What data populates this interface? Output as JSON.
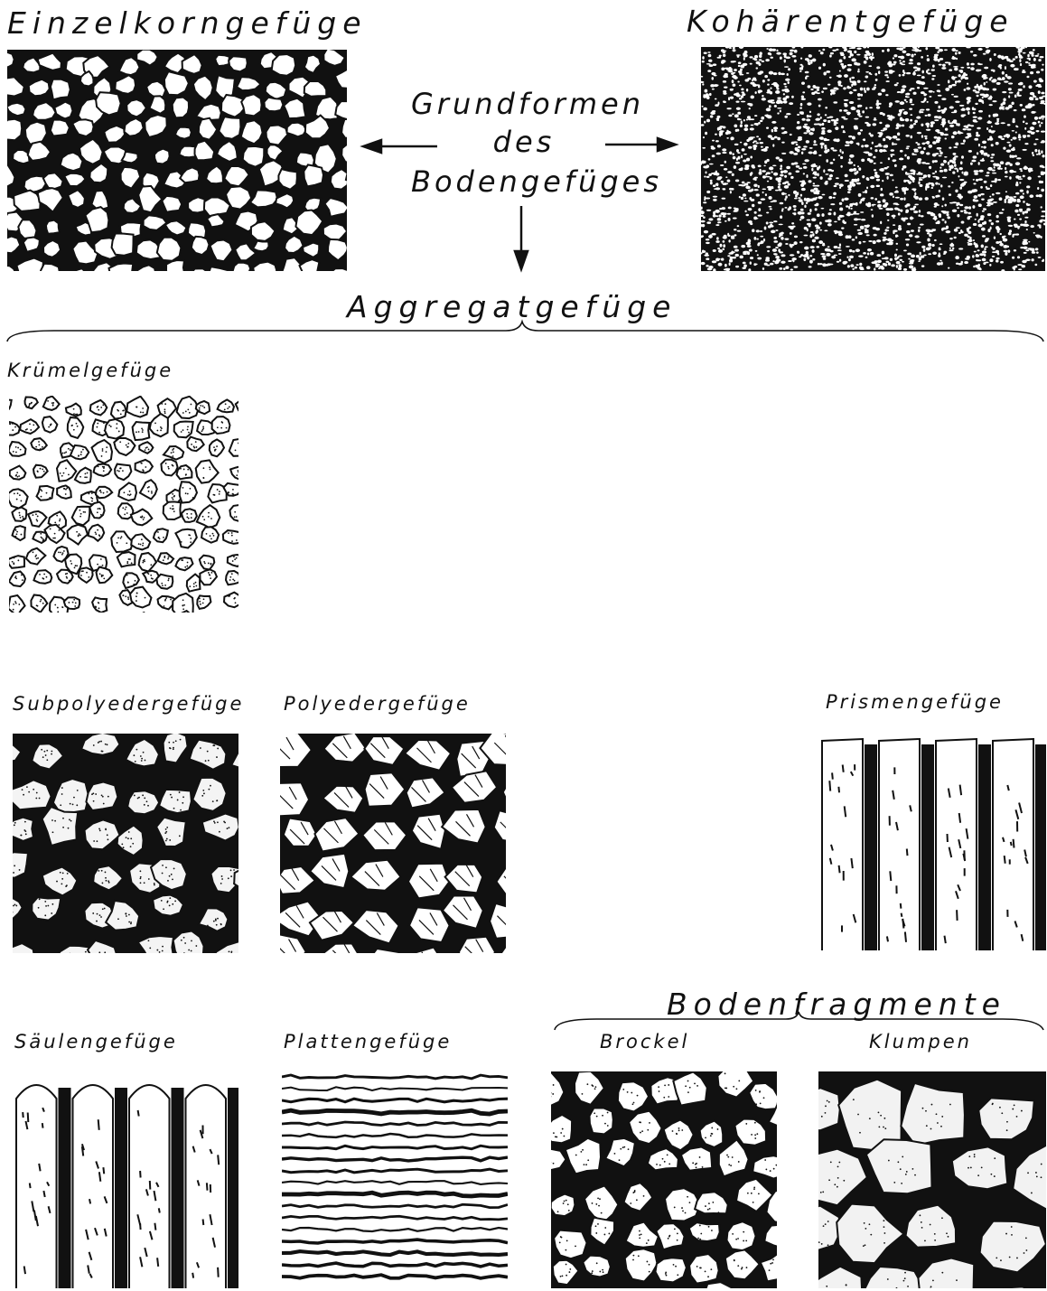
{
  "top": {
    "left_title": "Einzelkorngefüge",
    "right_title": "Kohärentgefüge",
    "center_line1": "Grundformen",
    "center_line2": "des",
    "center_line3": "Bodengefüges",
    "bottom_title": "Aggregatgefüge"
  },
  "aggregate_types": [
    {
      "label": "Krümelgefüge"
    },
    {
      "label": "Subpolyedergefüge"
    },
    {
      "label": "Polyedergefüge"
    },
    {
      "label": "Prismengefüge"
    },
    {
      "label": "Säulengefüge"
    },
    {
      "label": "Plattengefüge"
    }
  ],
  "fragments": {
    "title": "Bodenfragmente",
    "items": [
      {
        "label": "Brockel"
      },
      {
        "label": "Klumpen"
      }
    ]
  },
  "colors": {
    "ink": "#111111",
    "paper": "#ffffff"
  }
}
